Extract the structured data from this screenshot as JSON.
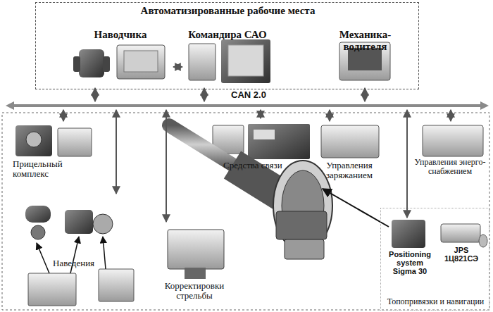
{
  "diagram": {
    "nodes": [
      {
        "text": [
          "Автоматизированные рабочие места"
        ]
      },
      {
        "text": [
          "Наводчика"
        ],
        "in": 0
      },
      {
        "text": [
          "Командира САО"
        ],
        "in": 0
      },
      {
        "text": [
          "Механика-водителя"
        ],
        "in": 0
      },
      {
        "text": [
          "CAN 2.0"
        ]
      },
      {
        "text": [
          "Прицельный комплекс"
        ]
      },
      {
        "text": [
          "Средства связи"
        ]
      },
      {
        "text": [
          "Управления заряжанием"
        ]
      },
      {
        "text": [
          "Управления энерго- снабжением"
        ]
      },
      {
        "text": [
          "Наведения"
        ]
      },
      {
        "text": [
          "Корректировки стрельбы"
        ]
      },
      {
        "text": [
          "Топопривязки и навигации"
        ]
      },
      {
        "text": [
          "Positioning system Sigma 30"
        ],
        "in": 11
      },
      {
        "text": [
          "JPS 1Ц821СЭ"
        ],
        "in": 11
      }
    ],
    "edges": [
      {
        "from": 1,
        "to": 2,
        "arrow": "both"
      },
      {
        "from": 1,
        "to": 4,
        "arrow": "both"
      },
      {
        "from": 2,
        "to": 4,
        "arrow": "both"
      },
      {
        "from": 3,
        "to": 4,
        "arrow": "both"
      },
      {
        "from": 4,
        "to": 5,
        "arrow": "both"
      },
      {
        "from": 4,
        "to": 9,
        "arrow": "both"
      },
      {
        "from": 4,
        "to": 10,
        "arrow": "both"
      },
      {
        "from": 4,
        "to": 6,
        "arrow": "both"
      },
      {
        "from": 4,
        "to": 7,
        "arrow": "both"
      },
      {
        "from": 4,
        "to": 12,
        "arrow": "both"
      },
      {
        "from": 4,
        "to": 8,
        "arrow": "both"
      }
    ]
  }
}
